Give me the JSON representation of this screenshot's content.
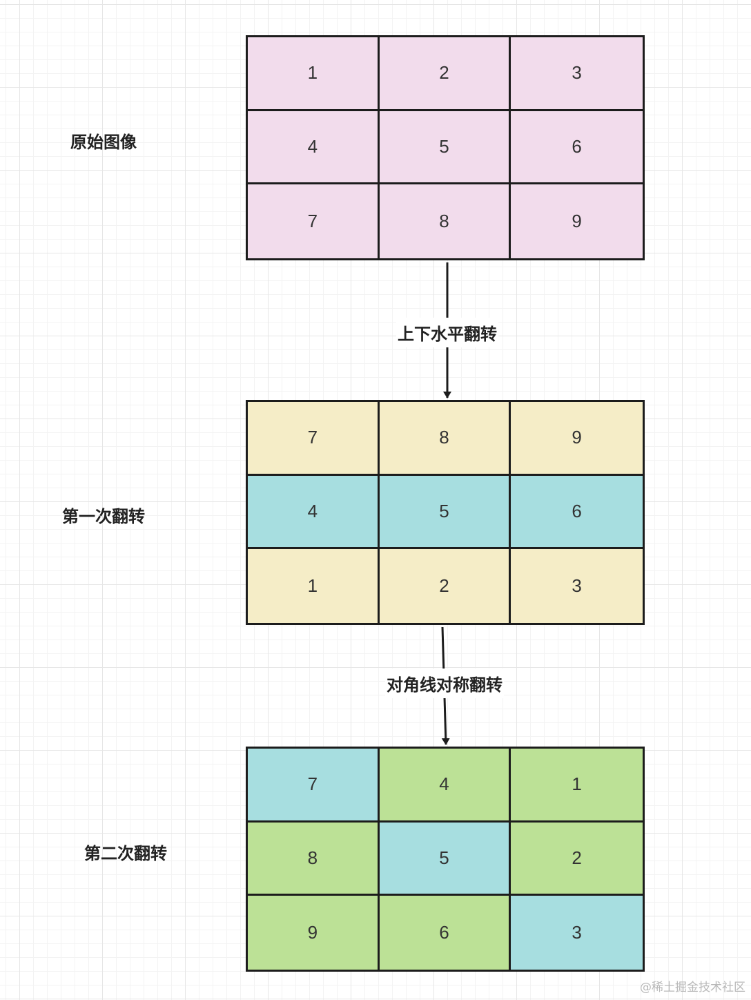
{
  "colors": {
    "pink": "#f2dcec",
    "yellow": "#f5edc7",
    "cyan": "#a7dee0",
    "green": "#bce196",
    "border": "#1c1c1c",
    "arrow": "#1c1c1c"
  },
  "stages": [
    {
      "label": "原始图像",
      "cells": [
        {
          "value": "1",
          "color": "pink"
        },
        {
          "value": "2",
          "color": "pink"
        },
        {
          "value": "3",
          "color": "pink"
        },
        {
          "value": "4",
          "color": "pink"
        },
        {
          "value": "5",
          "color": "pink"
        },
        {
          "value": "6",
          "color": "pink"
        },
        {
          "value": "7",
          "color": "pink"
        },
        {
          "value": "8",
          "color": "pink"
        },
        {
          "value": "9",
          "color": "pink"
        }
      ]
    },
    {
      "label": "第一次翻转",
      "cells": [
        {
          "value": "7",
          "color": "yellow"
        },
        {
          "value": "8",
          "color": "yellow"
        },
        {
          "value": "9",
          "color": "yellow"
        },
        {
          "value": "4",
          "color": "cyan"
        },
        {
          "value": "5",
          "color": "cyan"
        },
        {
          "value": "6",
          "color": "cyan"
        },
        {
          "value": "1",
          "color": "yellow"
        },
        {
          "value": "2",
          "color": "yellow"
        },
        {
          "value": "3",
          "color": "yellow"
        }
      ]
    },
    {
      "label": "第二次翻转",
      "cells": [
        {
          "value": "7",
          "color": "cyan"
        },
        {
          "value": "4",
          "color": "green"
        },
        {
          "value": "1",
          "color": "green"
        },
        {
          "value": "8",
          "color": "green"
        },
        {
          "value": "5",
          "color": "cyan"
        },
        {
          "value": "2",
          "color": "green"
        },
        {
          "value": "9",
          "color": "green"
        },
        {
          "value": "6",
          "color": "green"
        },
        {
          "value": "3",
          "color": "cyan"
        }
      ]
    }
  ],
  "arrows": [
    {
      "label": "上下水平翻转"
    },
    {
      "label": "对角线对称翻转"
    }
  ],
  "watermark": "@稀土掘金技术社区"
}
